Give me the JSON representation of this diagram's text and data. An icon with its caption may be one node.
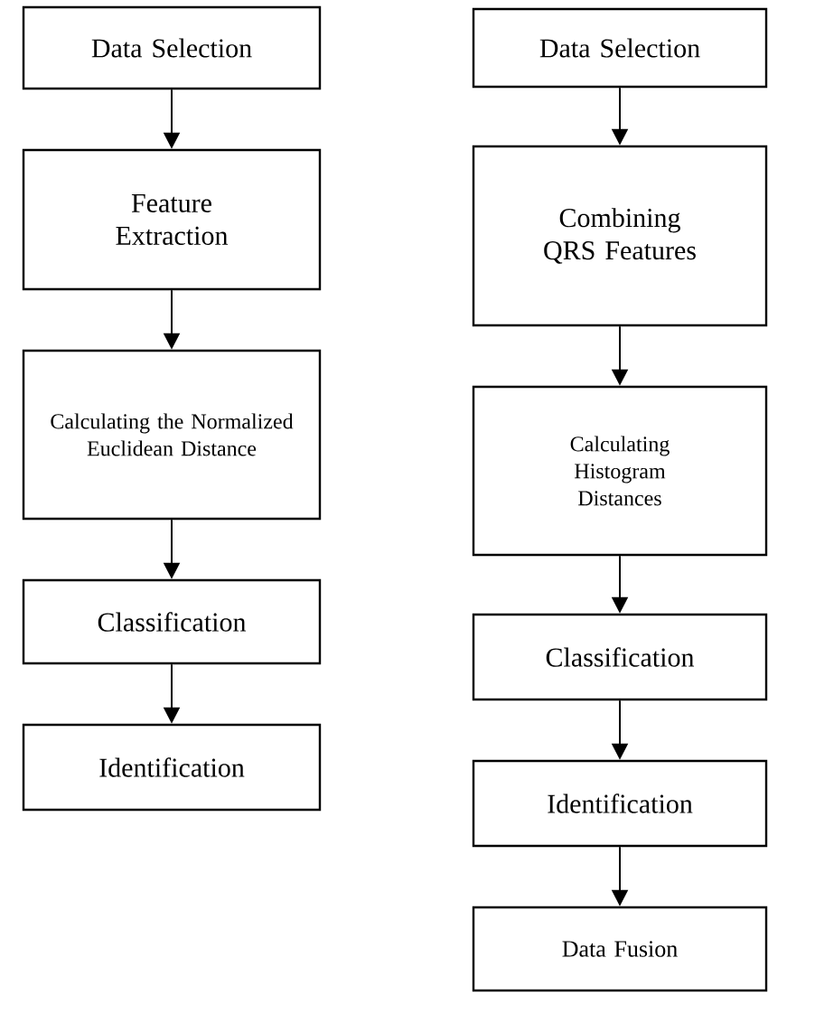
{
  "diagram": {
    "nodes": [
      {
        "text": [
          "Data Selection"
        ]
      },
      {
        "text": [
          "Feature Extraction"
        ]
      },
      {
        "text": [
          "Calculating the Normalized Euclidean Distance"
        ]
      },
      {
        "text": [
          "Classification"
        ]
      },
      {
        "text": [
          "Identification"
        ]
      },
      {
        "text": [
          "Data Selection"
        ]
      },
      {
        "text": [
          "Combining QRS Features"
        ]
      },
      {
        "text": [
          "Calculating Histogram Distances"
        ]
      },
      {
        "text": [
          "Classification"
        ]
      },
      {
        "text": [
          "Identification"
        ]
      },
      {
        "text": [
          "Data Fusion"
        ]
      }
    ],
    "edges": [
      {
        "from": 0,
        "to": 1,
        "arrow": "to"
      },
      {
        "from": 1,
        "to": 2,
        "arrow": "to"
      },
      {
        "from": 2,
        "to": 3,
        "arrow": "to"
      },
      {
        "from": 3,
        "to": 4,
        "arrow": "to"
      },
      {
        "from": 5,
        "to": 6,
        "arrow": "to"
      },
      {
        "from": 6,
        "to": 7,
        "arrow": "to"
      },
      {
        "from": 7,
        "to": 8,
        "arrow": "to"
      },
      {
        "from": 8,
        "to": 9,
        "arrow": "to"
      },
      {
        "from": 9,
        "to": 10,
        "arrow": "to"
      }
    ]
  }
}
